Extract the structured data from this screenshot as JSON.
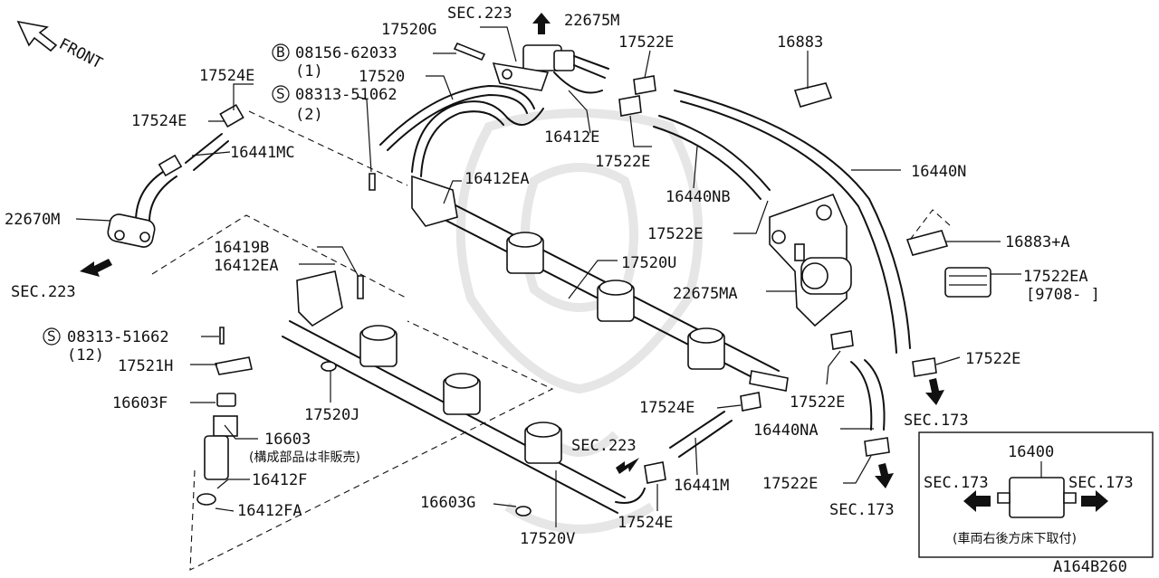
{
  "front_label": "FRONT",
  "labels": {
    "sec223_top": "SEC.223",
    "p22675M": "22675M",
    "p17520G": "17520G",
    "p08156": "08156-62033",
    "p08156_qty": "(1)",
    "p08156_prefix": "B",
    "p17522E_1": "17522E",
    "p16883": "16883",
    "p17524E_1": "17524E",
    "p17520": "17520",
    "p08313_1": "08313-51062",
    "p08313_1_qty": "(2)",
    "p08313_1_prefix": "S",
    "p17524E_2": "17524E",
    "p16441MC": "16441MC",
    "p16412E": "16412E",
    "p17522E_2": "17522E",
    "p16440N": "16440N",
    "p16412EA_1": "16412EA",
    "p16440NB": "16440NB",
    "p22670M": "22670M",
    "p17522E_3": "17522E",
    "p16883A": "16883+A",
    "p16419B": "16419B",
    "p16412EA_2": "16412EA",
    "p17520U": "17520U",
    "p17522EA": "17522EA",
    "p17522EA_date": "[9708-        ]",
    "sec223_left": "SEC.223",
    "p22675MA": "22675MA",
    "p08313_2": "08313-51662",
    "p08313_2_qty": "(12)",
    "p08313_2_prefix": "S",
    "p17521H": "17521H",
    "p17522E_4": "17522E",
    "p16603F": "16603F",
    "p17520J": "17520J",
    "p17524E_3": "17524E",
    "p17522E_5": "17522E",
    "sec173_1": "SEC.173",
    "p16440NA": "16440NA",
    "p16603": "16603",
    "p16603_note": "(構成部品は非販売)",
    "sec223_bottom": "SEC.223",
    "p16441M": "16441M",
    "p17522E_6": "17522E",
    "p16412F": "16412F",
    "p16412FA": "16412FA",
    "p16603G": "16603G",
    "p17524E_4": "17524E",
    "p17520V": "17520V",
    "sec173_2": "SEC.173",
    "inset_part": "16400",
    "inset_sec_left": "SEC.173",
    "inset_sec_right": "SEC.173",
    "inset_note": "(車両右後方床下取付)",
    "diagram_id": "A164B260"
  }
}
